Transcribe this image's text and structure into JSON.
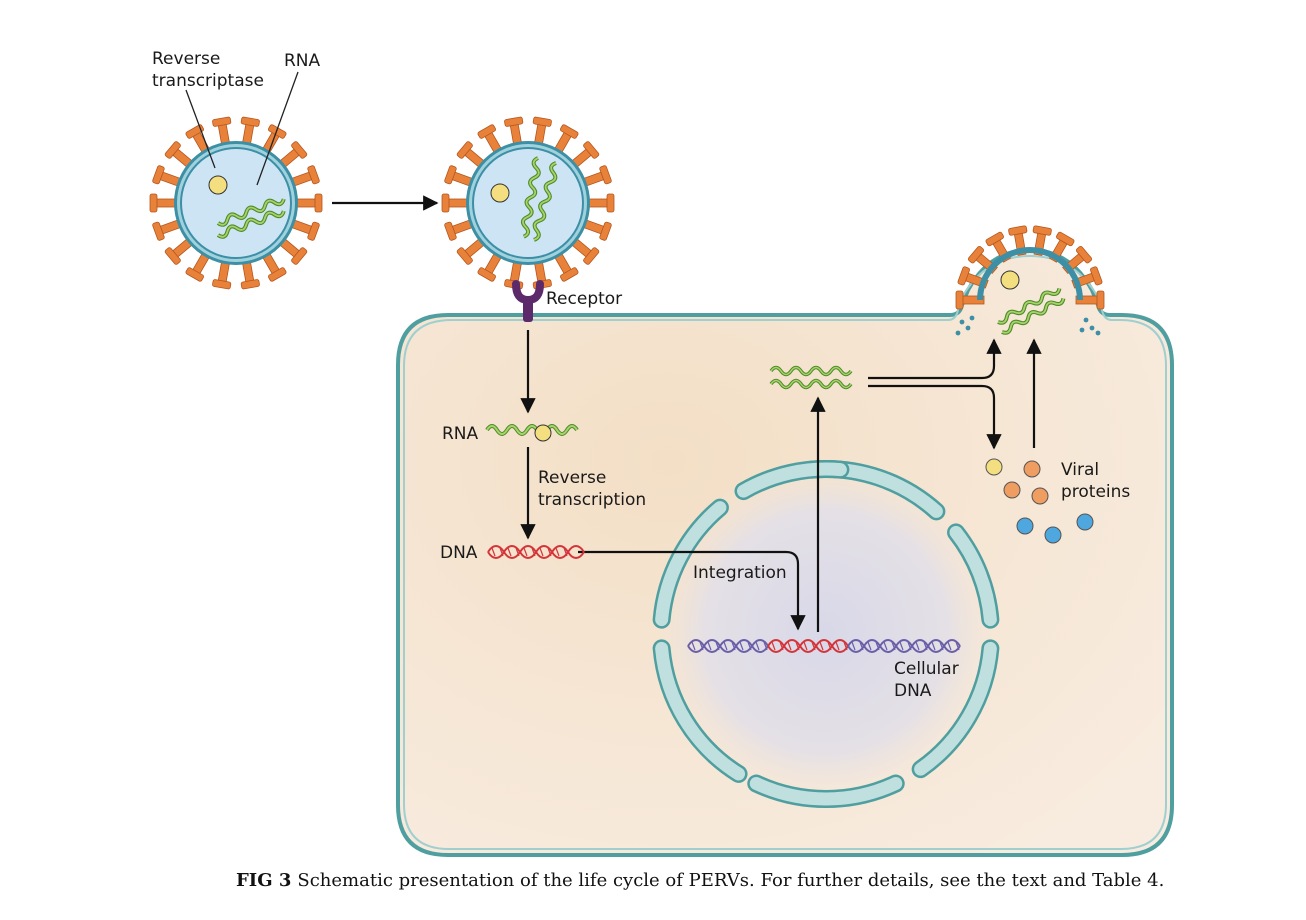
{
  "labels": {
    "reverse_transcriptase": "Reverse\ntranscriptase",
    "rna_top": "RNA",
    "receptor": "Receptor",
    "rna": "RNA",
    "reverse_transcription": "Reverse\ntranscription",
    "dna": "DNA",
    "integration": "Integration",
    "cellular_dna": "Cellular\nDNA",
    "viral_proteins": "Viral\nproteins"
  },
  "caption": {
    "fig": "FIG 3",
    "text": "Schematic presentation of the life cycle of PERVs. For further details, see the text and Table 4."
  },
  "colors": {
    "cell_fill": "#f5e6d3",
    "cell_border": "#4f9ea0",
    "virus_core": "#cde4f5",
    "spike": "#e8823a",
    "rna_green": "#7bb642",
    "dna_red": "#d4353a",
    "dna_blue": "#6a5fa8",
    "receptor": "#5c2a6a",
    "protein_yellow": "#f4df80",
    "protein_orange": "#ef9d60",
    "protein_blue": "#4ea7de"
  }
}
